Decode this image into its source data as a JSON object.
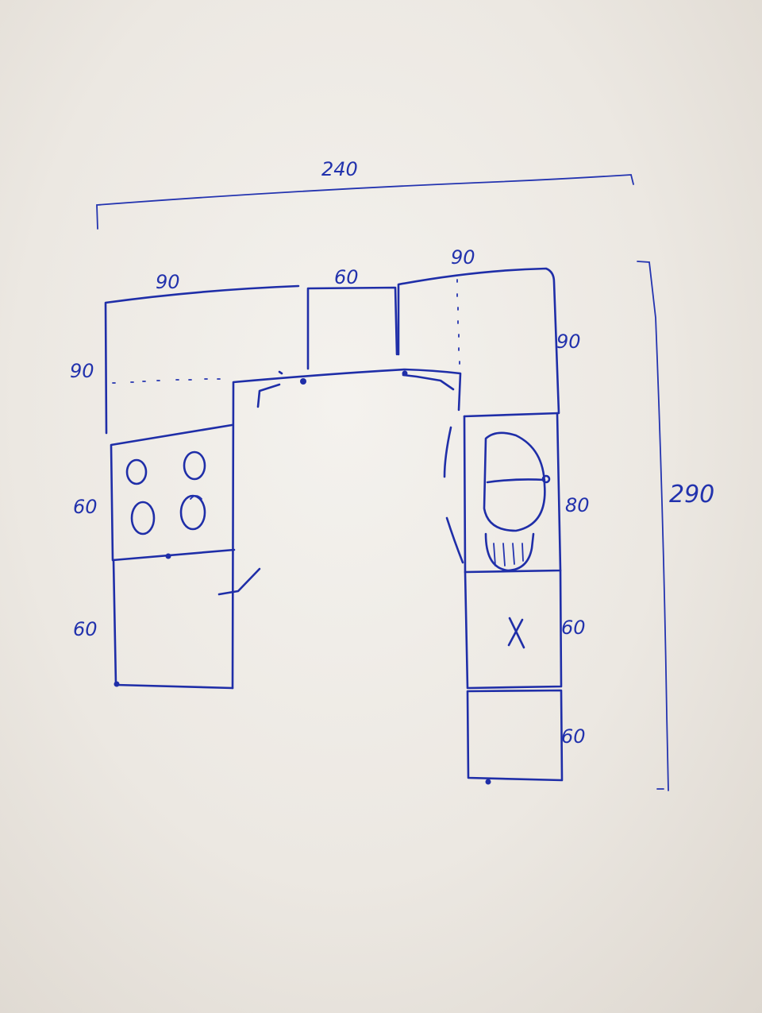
{
  "dimensions": {
    "overall_width": "240",
    "overall_depth": "290",
    "top_left_width": "90",
    "top_left_depth": "90",
    "top_middle_width": "60",
    "top_right_width": "90",
    "top_right_depth": "90",
    "left_hob_depth": "60",
    "left_lower_depth": "60",
    "right_sink_depth": "80",
    "right_middle_depth": "60",
    "right_lower_depth": "60"
  },
  "symbols": {
    "hob_icon": "four-burner-hob",
    "sink_icon": "sink-with-drainer",
    "appliance_mark": "X"
  },
  "colors": {
    "ink": "#1f2ea8",
    "paper": "#f2efea"
  }
}
